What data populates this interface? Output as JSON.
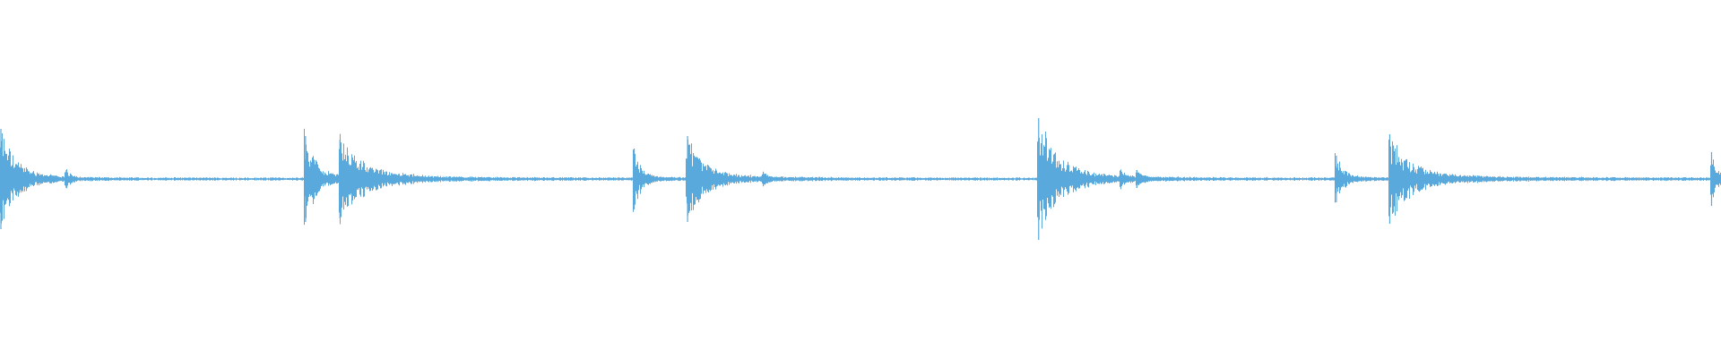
{
  "waveform": {
    "color": "#5aa9dc",
    "background": "#ffffff"
  },
  "chart_data": {
    "type": "line",
    "title": "",
    "xlabel": "",
    "ylabel": "",
    "grid": false,
    "legend": "none",
    "xlim": [
      0,
      1
    ],
    "ylim": [
      -1,
      1
    ],
    "baseline_noise": 0.01,
    "transients": [
      {
        "x": 0.0,
        "amplitude": 0.28,
        "decay": 0.008,
        "tail": 0.02
      },
      {
        "x": 0.038,
        "amplitude": 0.05,
        "decay": 0.002,
        "tail": 0.004
      },
      {
        "x": 0.177,
        "amplitude": 0.24,
        "decay": 0.006,
        "tail": 0.014
      },
      {
        "x": 0.197,
        "amplitude": 0.22,
        "decay": 0.012,
        "tail": 0.04
      },
      {
        "x": 0.368,
        "amplitude": 0.17,
        "decay": 0.004,
        "tail": 0.01
      },
      {
        "x": 0.399,
        "amplitude": 0.24,
        "decay": 0.008,
        "tail": 0.03
      },
      {
        "x": 0.443,
        "amplitude": 0.04,
        "decay": 0.002,
        "tail": 0.004
      },
      {
        "x": 0.603,
        "amplitude": 0.34,
        "decay": 0.01,
        "tail": 0.03
      },
      {
        "x": 0.651,
        "amplitude": 0.04,
        "decay": 0.002,
        "tail": 0.004
      },
      {
        "x": 0.66,
        "amplitude": 0.05,
        "decay": 0.002,
        "tail": 0.006
      },
      {
        "x": 0.776,
        "amplitude": 0.13,
        "decay": 0.004,
        "tail": 0.01
      },
      {
        "x": 0.807,
        "amplitude": 0.25,
        "decay": 0.01,
        "tail": 0.04
      },
      {
        "x": 0.994,
        "amplitude": 0.15,
        "decay": 0.004,
        "tail": 0.006
      }
    ]
  }
}
